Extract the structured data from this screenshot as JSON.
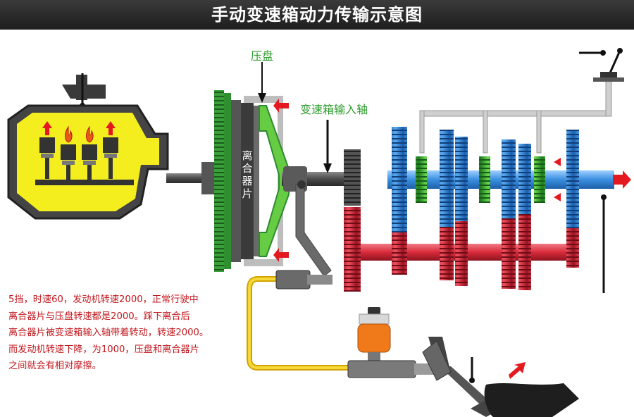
{
  "title": "手动变速箱动力传输示意图",
  "labels": {
    "pressure_plate": "压盘",
    "input_shaft": "变速箱输入轴",
    "clutch_disc": [
      "离",
      "合",
      "器",
      "片"
    ]
  },
  "description": [
    "5挡，时速60，发动机转速2000，正常行驶中",
    "离合器片与压盘转速都是2000。踩下离合后",
    "离合器片被变速箱输入轴带着转动，转速2000。",
    "而发动机转速下降，为1000，压盘和离合器片",
    "之间就会有相对摩擦。"
  ],
  "colors": {
    "engine": "#f5ee1f",
    "flywheel": "#2f8f2f",
    "pressure_plate": "#66cc44",
    "output_gears": "#2a7fd6",
    "countershaft": "#e02a3a",
    "synchronizer": "#3cc23c",
    "hydraulic_line": "#f2c81a",
    "reservoir": "#f07a1a",
    "arrow": "#e3191f",
    "text_red": "#c0191f"
  }
}
